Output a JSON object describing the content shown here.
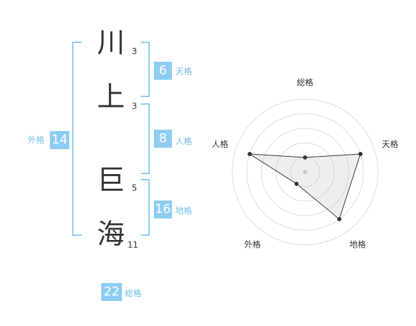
{
  "name": {
    "chars": [
      {
        "char": "川",
        "strokes": "3"
      },
      {
        "char": "上",
        "strokes": "3"
      },
      {
        "char": "巨",
        "strokes": "5"
      },
      {
        "char": "海",
        "strokes": "11"
      }
    ]
  },
  "fortune": {
    "tenkaku": {
      "value": "6",
      "label": "天格"
    },
    "jinkaku": {
      "value": "8",
      "label": "人格"
    },
    "chikaku": {
      "value": "16",
      "label": "地格"
    },
    "gaikaku": {
      "value": "14",
      "label": "外格"
    },
    "soukaku": {
      "value": "22",
      "label": "総格"
    }
  },
  "colors": {
    "accent": "#8ecdf2",
    "label": "#6fbde6",
    "text": "#333333"
  },
  "chart_data": {
    "type": "radar",
    "axes": [
      "総格",
      "天格",
      "地格",
      "外格",
      "人格"
    ],
    "max": 5,
    "rings": 5,
    "values": [
      1,
      4,
      4,
      1,
      4
    ]
  }
}
